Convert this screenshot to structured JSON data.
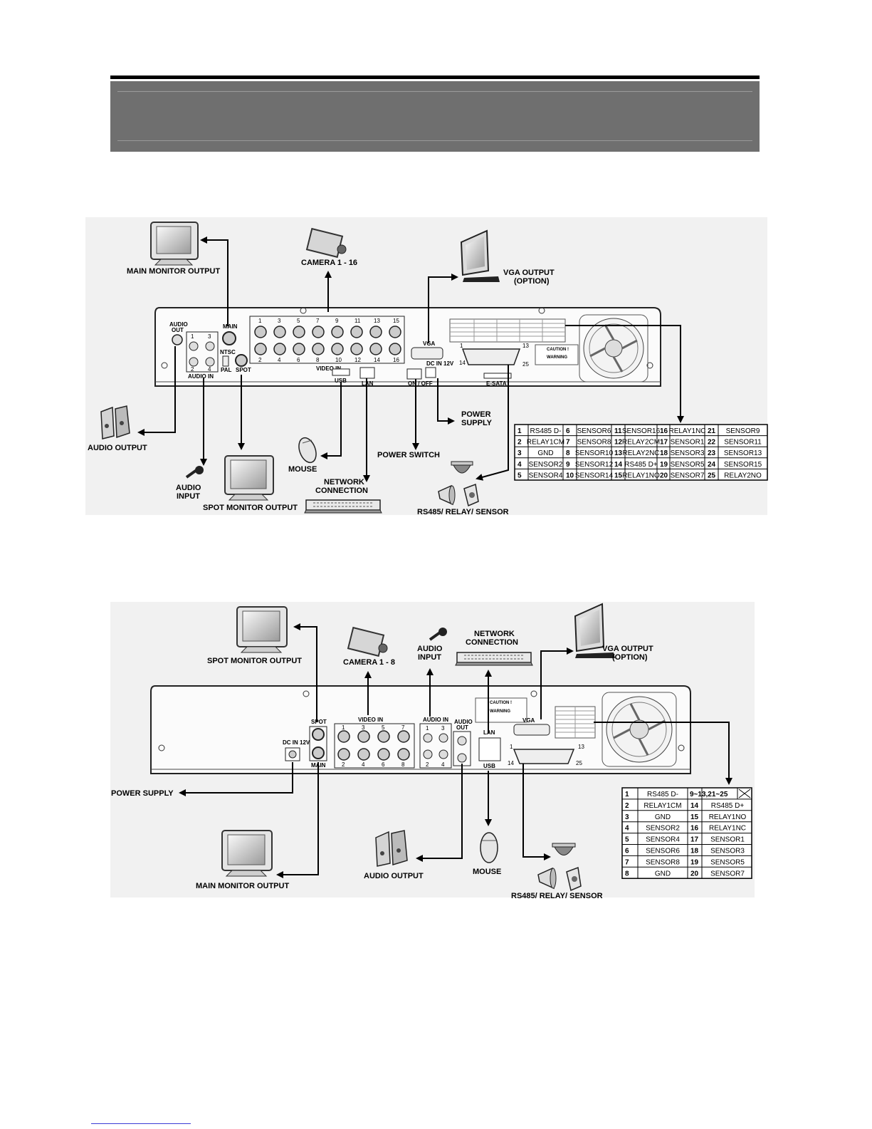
{
  "diagram16": {
    "labels": {
      "main_monitor": "MAIN MONITOR OUTPUT",
      "camera": "CAMERA 1 - 16",
      "vga_output": "VGA OUTPUT",
      "vga_option": "(OPTION)",
      "audio_output": "AUDIO OUTPUT",
      "audio_input_1": "AUDIO",
      "audio_input_2": "INPUT",
      "spot_monitor": "SPOT MONITOR OUTPUT",
      "mouse": "MOUSE",
      "network_1": "NETWORK",
      "network_2": "CONNECTION",
      "power_switch": "POWER SWITCH",
      "power_supply_1": "POWER",
      "power_supply_2": "SUPPLY",
      "rs485": "RS485/ RELAY/ SENSOR"
    },
    "panel": {
      "audio_out_1": "AUDIO",
      "audio_out_2": "OUT",
      "audio_in": "AUDIO IN",
      "main": "MAIN",
      "ntsc": "NTSC",
      "pal": "PAL",
      "spot": "SPOT",
      "video_in": "VIDEO IN",
      "usb": "USB",
      "lan": "LAN",
      "vga": "VGA",
      "dc_in": "DC IN 12V",
      "on_off": "ON / OFF",
      "esata": "E-SATA",
      "caution": "CAUTION !",
      "warning": "WARNING",
      "pin_1": "1",
      "pin_13": "13",
      "pin_14": "14",
      "pin_25": "25",
      "audio_nums": [
        "1",
        "3",
        "2",
        "4"
      ],
      "video_top": [
        "1",
        "3",
        "5",
        "7",
        "9",
        "11",
        "13",
        "15"
      ],
      "video_bottom": [
        "2",
        "4",
        "6",
        "8",
        "10",
        "12",
        "14",
        "16"
      ]
    },
    "pin_table": [
      [
        "1",
        "RS485 D-",
        "6",
        "SENSOR6",
        "11",
        "SENSOR16",
        "16",
        "RELAY1NC",
        "21",
        "SENSOR9"
      ],
      [
        "2",
        "RELAY1CM",
        "7",
        "SENSOR8",
        "12",
        "RELAY2CM",
        "17",
        "SENSOR1",
        "22",
        "SENSOR11"
      ],
      [
        "3",
        "GND",
        "8",
        "SENSOR10",
        "13",
        "RELAY2NC",
        "18",
        "SENSOR3",
        "23",
        "SENSOR13"
      ],
      [
        "4",
        "SENSOR2",
        "9",
        "SENSOR12",
        "14",
        "RS485 D+",
        "19",
        "SENSOR5",
        "24",
        "SENSOR15"
      ],
      [
        "5",
        "SENSOR4",
        "10",
        "SENSOR14",
        "15",
        "RELAY1NO",
        "20",
        "SENSOR7",
        "25",
        "RELAY2NO"
      ]
    ]
  },
  "diagram8": {
    "labels": {
      "spot_monitor": "SPOT MONITOR OUTPUT",
      "camera": "CAMERA 1 - 8",
      "audio_input_1": "AUDIO",
      "audio_input_2": "INPUT",
      "network_1": "NETWORK",
      "network_2": "CONNECTION",
      "vga_output": "VGA OUTPUT",
      "vga_option": "(OPTION)",
      "power_supply": "POWER SUPPLY",
      "main_monitor": "MAIN MONITOR OUTPUT",
      "audio_output": "AUDIO OUTPUT",
      "mouse": "MOUSE",
      "rs485": "RS485/ RELAY/ SENSOR"
    },
    "panel": {
      "dc_in": "DC IN 12V",
      "spot": "SPOT",
      "main": "MAIN",
      "video_in": "VIDEO IN",
      "audio_in": "AUDIO IN",
      "audio_out_1": "AUDIO",
      "audio_out_2": "OUT",
      "lan": "LAN",
      "usb": "USB",
      "vga": "VGA",
      "caution": "CAUTION !",
      "warning": "WARNING",
      "pin_1": "1",
      "pin_13": "13",
      "pin_14": "14",
      "pin_25": "25",
      "video_top": [
        "1",
        "3",
        "5",
        "7"
      ],
      "video_bottom": [
        "2",
        "4",
        "6",
        "8"
      ],
      "audio_top": [
        "1",
        "3"
      ],
      "audio_bottom": [
        "2",
        "4"
      ]
    },
    "pin_table": [
      [
        "1",
        "RS485 D-",
        "9~13,21~25",
        ""
      ],
      [
        "2",
        "RELAY1CM",
        "14",
        "RS485 D+"
      ],
      [
        "3",
        "GND",
        "15",
        "RELAY1NO"
      ],
      [
        "4",
        "SENSOR2",
        "16",
        "RELAY1NC"
      ],
      [
        "5",
        "SENSOR4",
        "17",
        "SENSOR1"
      ],
      [
        "6",
        "SENSOR6",
        "18",
        "SENSOR3"
      ],
      [
        "7",
        "SENSOR8",
        "19",
        "SENSOR5"
      ],
      [
        "8",
        "GND",
        "20",
        "SENSOR7"
      ]
    ]
  }
}
